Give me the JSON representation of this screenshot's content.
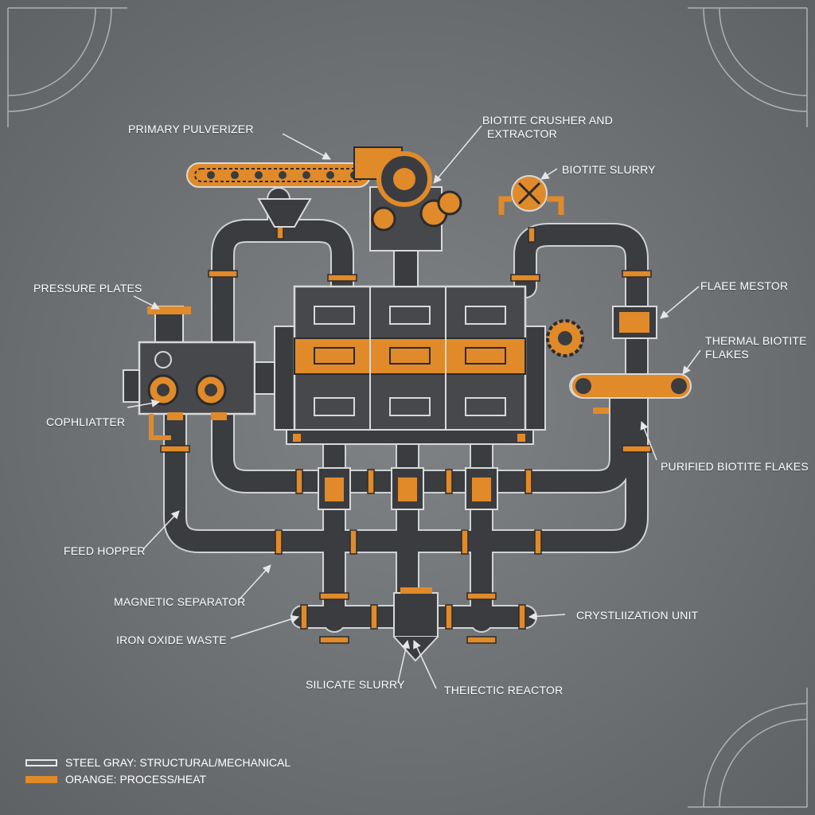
{
  "labels": {
    "primary_pulverizer": "PRIMARY PULVERIZER",
    "crusher_line1": "BIOTITE CRUSHER AND",
    "crusher_line2": "EXTRACTOR",
    "biotite_slurry": "BIOTITE SLURRY",
    "pressure_plates": "PRESSURE PLATES",
    "flake_mestor": "FLAEE MESTOR",
    "thermal_line1": "THERMAL BIOTITE",
    "thermal_line2": "FLAKES",
    "cophlater": "COPHLIATTER",
    "purified": "PURIFIED BIOTITE FLAKES",
    "feed_hopper": "FEED HOPPER",
    "magnetic_separator": "MAGNETIC SEPARATOR",
    "iron_oxide_waste": "IRON OXIDE WASTE",
    "crystallization_unit": "CRYSTLIIZATION UNIT",
    "silicate_slurry": "SILICATE SLURRY",
    "thermal_reactor": "THEIECTIC REACTOR"
  },
  "legend": {
    "steel": "STEEL GRAY: STRUCTURAL/MECHANICAL",
    "orange": "ORANGE: PROCESS/HEAT"
  },
  "colors": {
    "background": "#727578",
    "pipe_dark": "#3a3c40",
    "pipe_outline": "#d9d9d9",
    "process_orange": "#e08a2a",
    "text": "#ffffff"
  }
}
